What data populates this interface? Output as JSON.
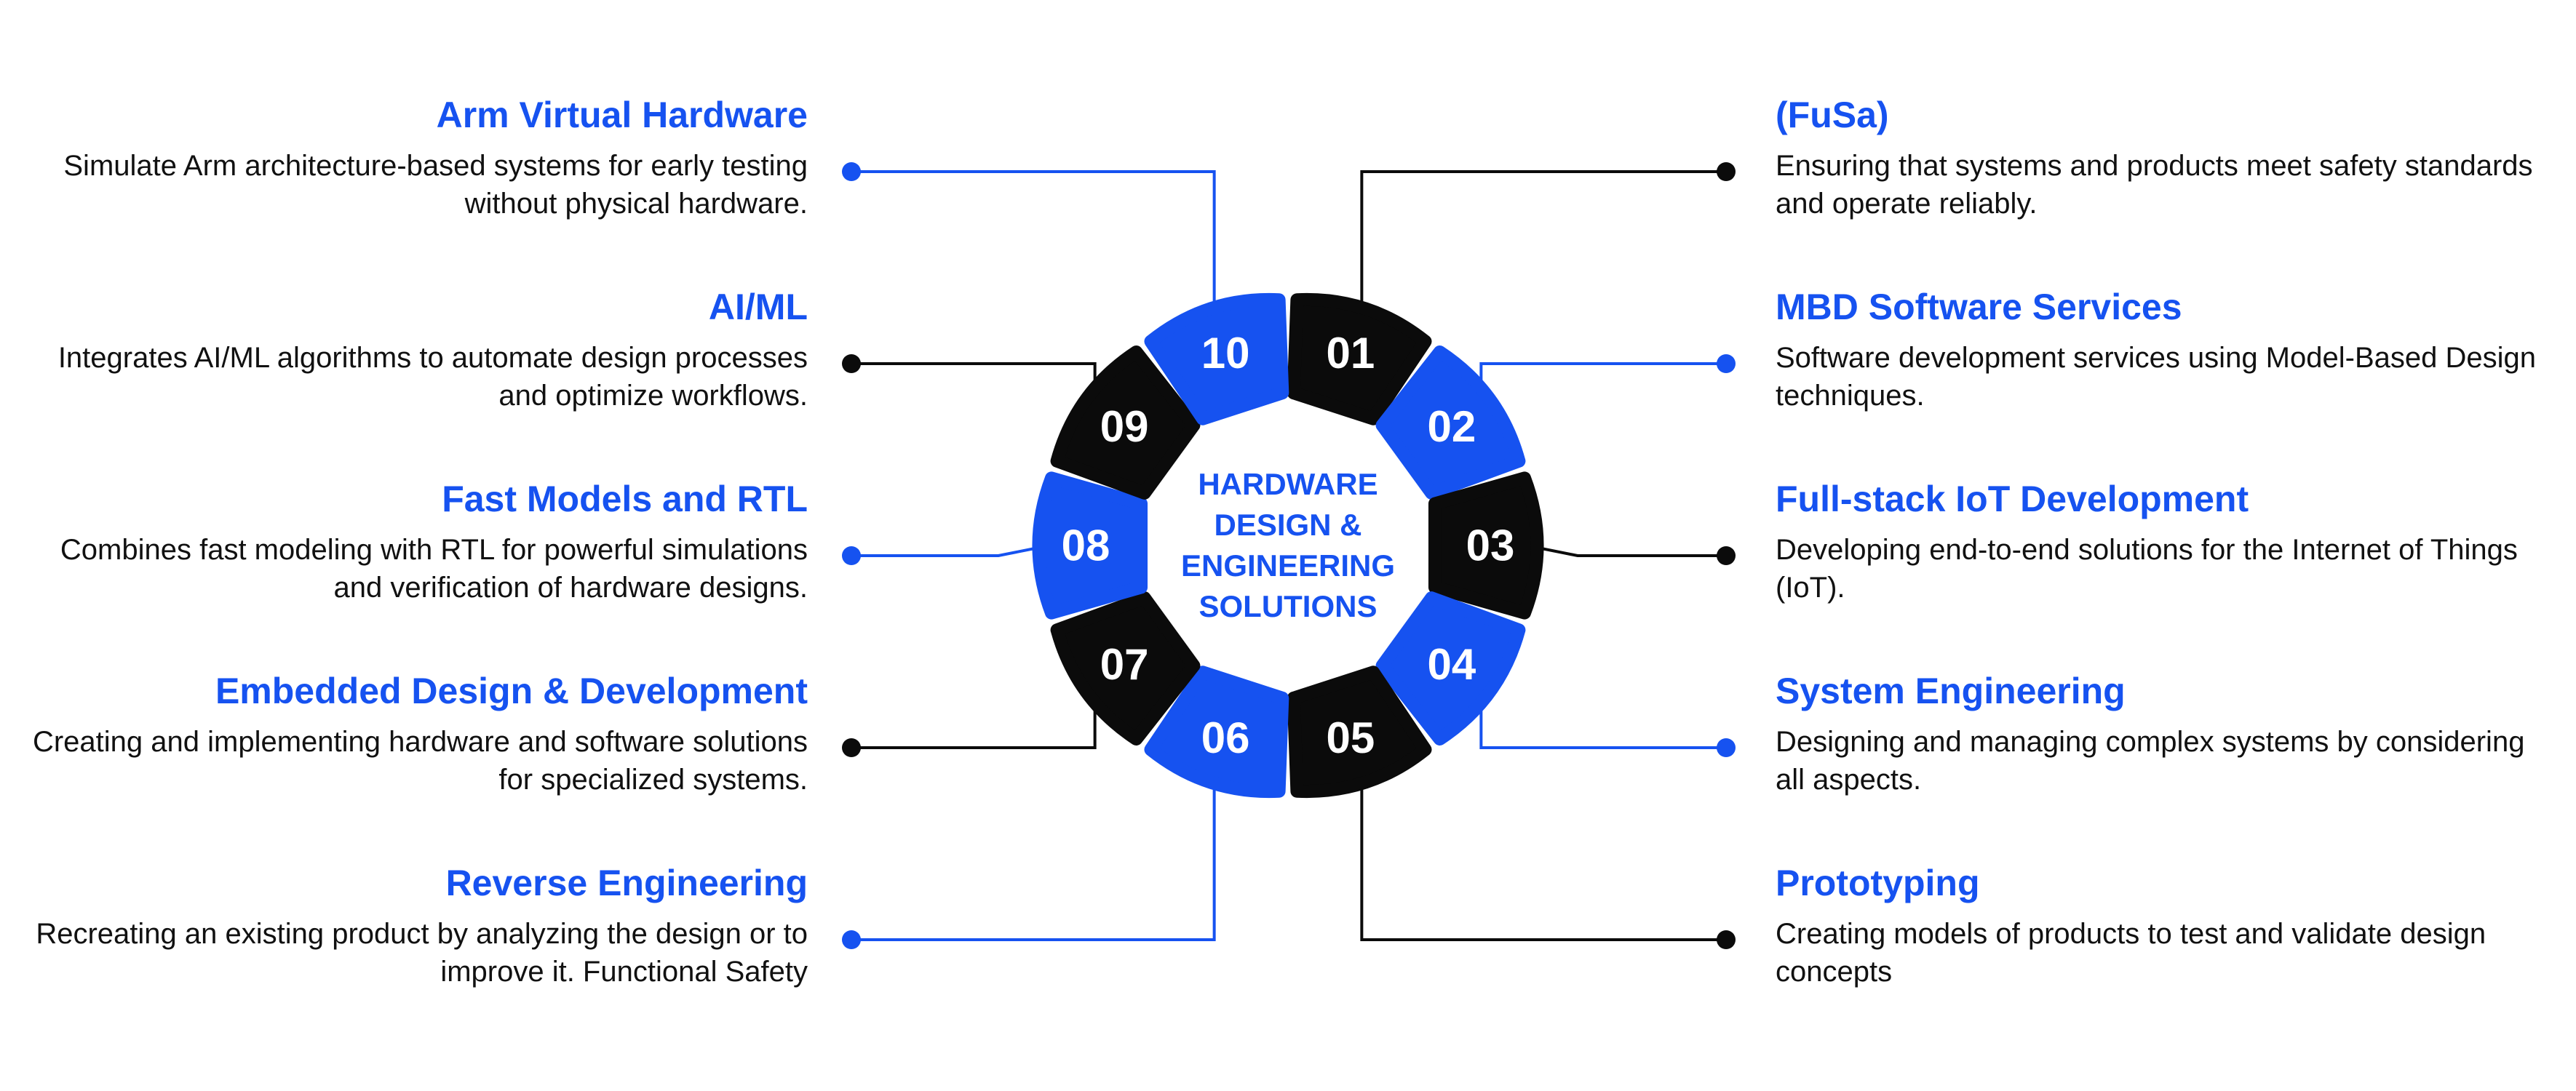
{
  "colors": {
    "blue": "#1652f0",
    "black": "#0b0b0b",
    "text": "#111111",
    "white": "#ffffff"
  },
  "center": {
    "lines": [
      "HARDWARE",
      "DESIGN &",
      "ENGINEERING",
      "SOLUTIONS"
    ]
  },
  "segments": [
    {
      "id": "01",
      "color": "black"
    },
    {
      "id": "02",
      "color": "blue"
    },
    {
      "id": "03",
      "color": "black"
    },
    {
      "id": "04",
      "color": "blue"
    },
    {
      "id": "05",
      "color": "black"
    },
    {
      "id": "06",
      "color": "blue"
    },
    {
      "id": "07",
      "color": "black"
    },
    {
      "id": "08",
      "color": "blue"
    },
    {
      "id": "09",
      "color": "black"
    },
    {
      "id": "10",
      "color": "blue"
    }
  ],
  "left_items": [
    {
      "title": "Arm Virtual Hardware",
      "description": "Simulate Arm architecture-based systems for early testing without physical hardware.",
      "connects_to": "10",
      "color": "blue"
    },
    {
      "title": "AI/ML",
      "description": "Integrates AI/ML algorithms to automate design processes and optimize workflows.",
      "connects_to": "09",
      "color": "black"
    },
    {
      "title": "Fast Models and RTL",
      "description": "Combines fast modeling with RTL for powerful simulations and verification of hardware designs.",
      "connects_to": "08",
      "color": "blue"
    },
    {
      "title": "Embedded Design & Development",
      "description": "Creating and implementing hardware and software solutions for specialized systems.",
      "connects_to": "07",
      "color": "black"
    },
    {
      "title": "Reverse Engineering",
      "description": "Recreating an existing product by analyzing the design or to improve it. Functional Safety",
      "connects_to": "06",
      "color": "blue"
    }
  ],
  "right_items": [
    {
      "title": "(FuSa)",
      "description": "Ensuring that systems and products meet safety standards and operate reliably.",
      "connects_to": "01",
      "color": "black"
    },
    {
      "title": "MBD Software Services",
      "description": "Software development services using Model-Based Design techniques.",
      "connects_to": "02",
      "color": "blue"
    },
    {
      "title": "Full-stack IoT Development",
      "description": "Developing end-to-end solutions for the Internet of Things (IoT).",
      "connects_to": "03",
      "color": "black"
    },
    {
      "title": "System Engineering",
      "description": "Designing and managing complex systems by considering all aspects.",
      "connects_to": "04",
      "color": "blue"
    },
    {
      "title": "Prototyping",
      "description": "Creating models of products to test and validate design concepts",
      "connects_to": "05",
      "color": "black"
    }
  ]
}
